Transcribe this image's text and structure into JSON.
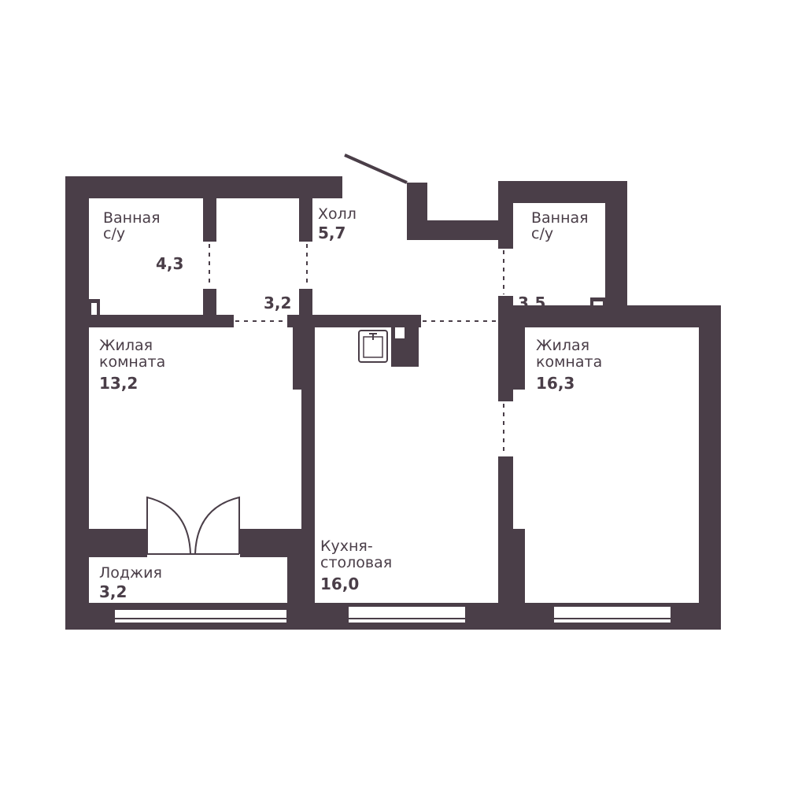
{
  "plan": {
    "wall_color": "#4a3e48",
    "rooms": [
      {
        "name": "Ванная",
        "sub": "с/у",
        "area": "4,3"
      },
      {
        "name": "Холл",
        "area": "5,7"
      },
      {
        "name": "Ванная",
        "sub": "с/у",
        "area": "3,5"
      },
      {
        "name": "Жилая",
        "sub": "комната",
        "area": "13,2"
      },
      {
        "name": "Жилая",
        "sub": "комната",
        "area": "16,3"
      },
      {
        "name": "Кухня-",
        "sub": "столовая",
        "area": "16,0"
      },
      {
        "name": "Лоджия",
        "area": "3,2"
      }
    ],
    "corridor_area": "3,2"
  }
}
